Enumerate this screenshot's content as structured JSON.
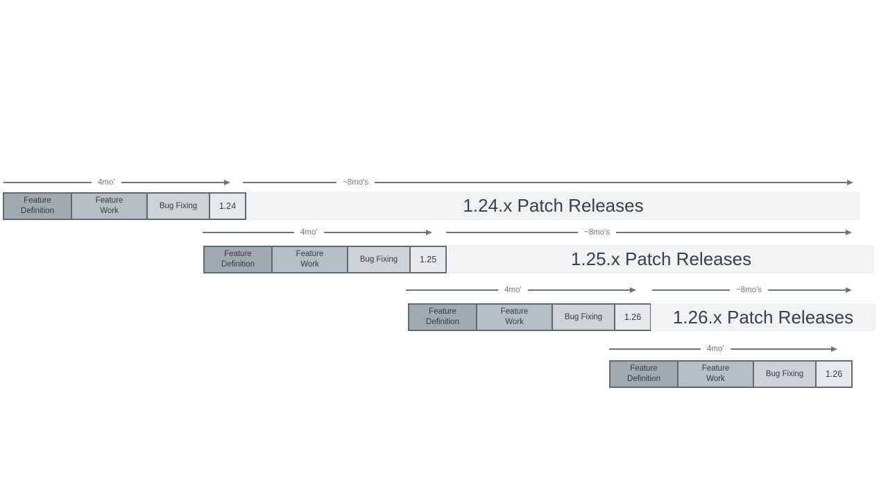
{
  "diagram": {
    "name": "release-cadence-timeline",
    "phase_labels": [
      "Feature Definition",
      "Feature Work",
      "Bug Fixing"
    ],
    "labels": {
      "cycle_duration": "4mo'",
      "patch_duration": "~8mo's"
    },
    "releases": [
      {
        "version": "1.24",
        "patch_bar_label": "1.24.x Patch Releases"
      },
      {
        "version": "1.25",
        "patch_bar_label": "1.25.x Patch Releases"
      },
      {
        "version": "1.26",
        "patch_bar_label": "1.26.x Patch Releases"
      },
      {
        "version": "1.26"
      }
    ],
    "colors": {
      "feature_definition_fill": "#a1a9b1",
      "feature_work_fill": "#b8bec5",
      "bug_fixing_fill": "#ced3d8",
      "version_fill": "#e7e9eb",
      "patch_bar_fill": "#f1f2f4",
      "border": "#5f6972",
      "arrow": "#6b7481",
      "phase_text": "#363c43",
      "duration_text": "#6c7580",
      "patch_text": "#3a4046"
    }
  }
}
